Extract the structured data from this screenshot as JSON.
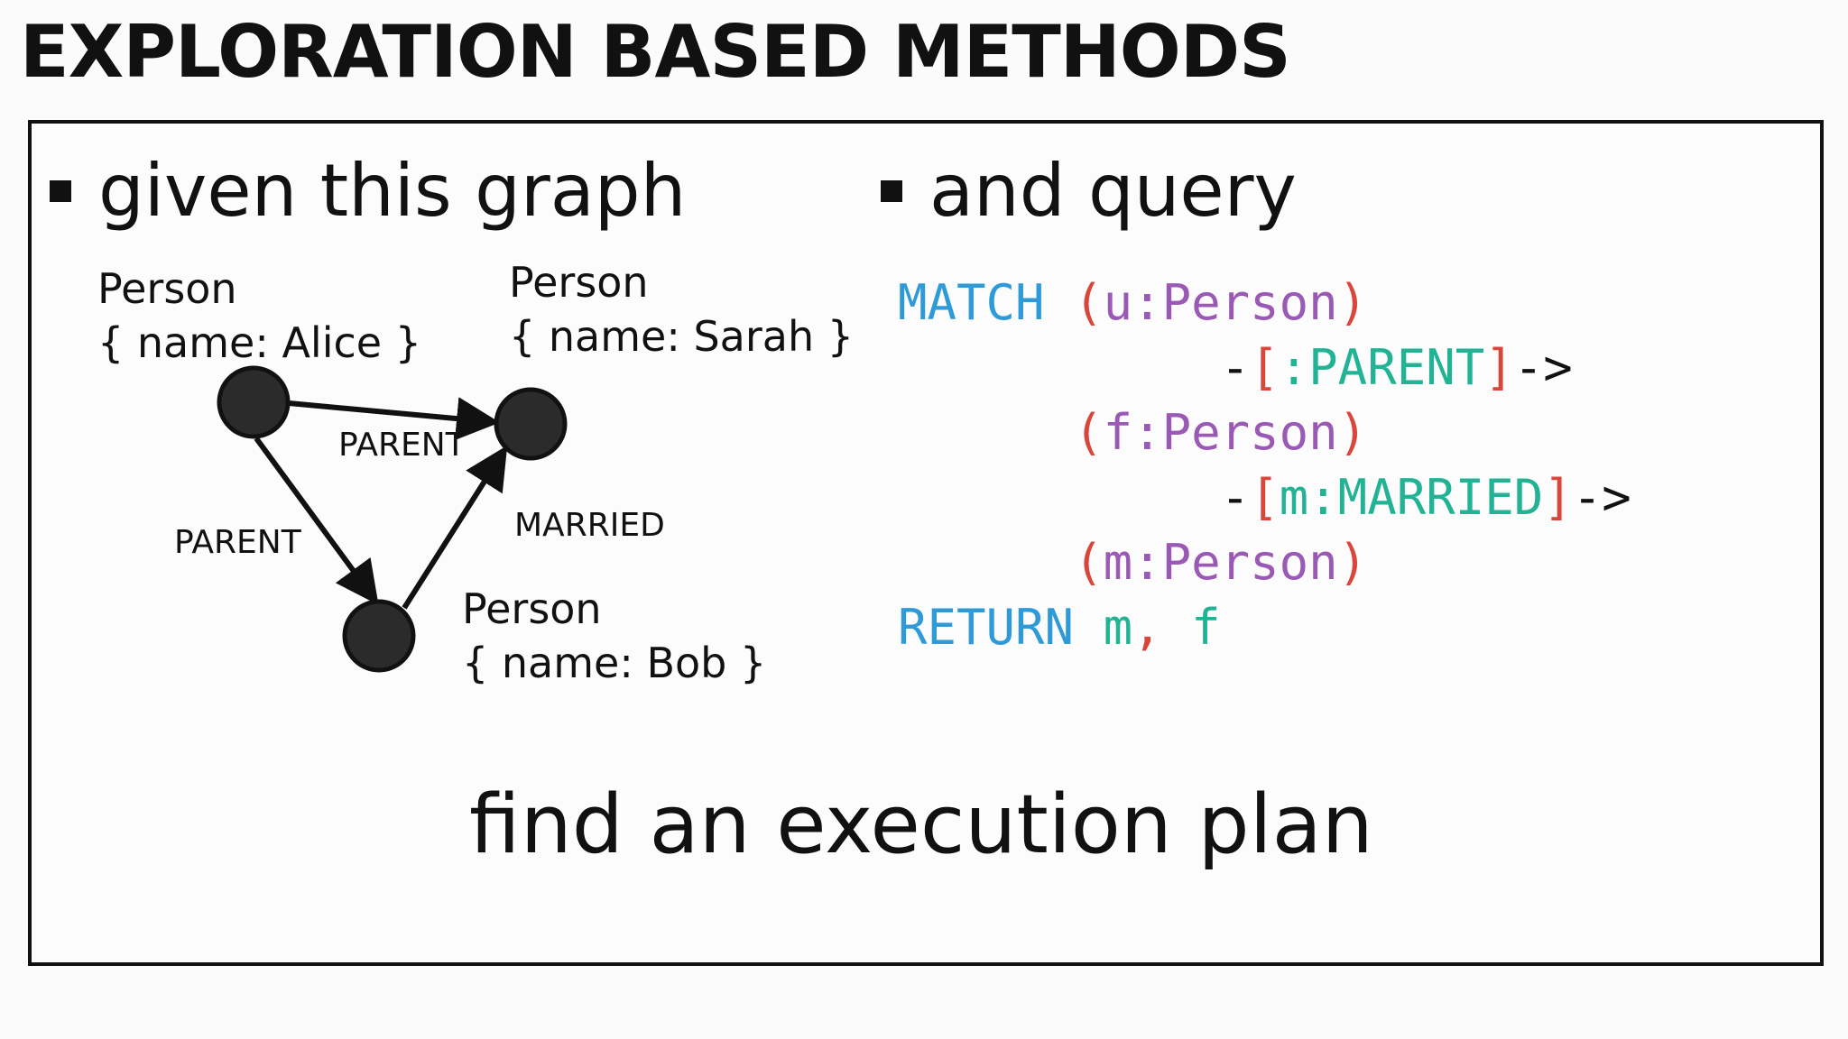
{
  "title": "EXPLORATION BASED METHODS",
  "left": {
    "heading": "given this graph",
    "nodes": {
      "alice": {
        "type": "Person",
        "props": "{ name: Alice }"
      },
      "sarah": {
        "type": "Person",
        "props": "{ name: Sarah }"
      },
      "bob": {
        "type": "Person",
        "props": "{ name: Bob }"
      }
    },
    "edges": {
      "alice_sarah": "PARENT",
      "alice_bob": "PARENT",
      "bob_sarah": "MARRIED"
    }
  },
  "right": {
    "heading": "and query",
    "query": {
      "l1": {
        "kw": "MATCH",
        "open": "(",
        "node": "u:Person",
        "close": ")"
      },
      "l2": {
        "dash": "-",
        "open": "[",
        "rel": ":PARENT",
        "close": "]",
        "arrow": "->"
      },
      "l3": {
        "open": "(",
        "node": "f:Person",
        "close": ")"
      },
      "l4": {
        "dash": "-",
        "open": "[",
        "rel": "m:MARRIED",
        "close": "]",
        "arrow": "->"
      },
      "l5": {
        "open": "(",
        "node": "m:Person",
        "close": ")"
      },
      "l6": {
        "kw": "RETURN",
        "v1": "m",
        "comma": ",",
        "v2": "f"
      }
    }
  },
  "footer": "find an execution plan",
  "colors": {
    "keyword": "#2e9ad8",
    "bracket": "#d9473c",
    "node": "#9b59b6",
    "relationship": "#22b394",
    "graph_node_fill": "#2b2b2b"
  }
}
